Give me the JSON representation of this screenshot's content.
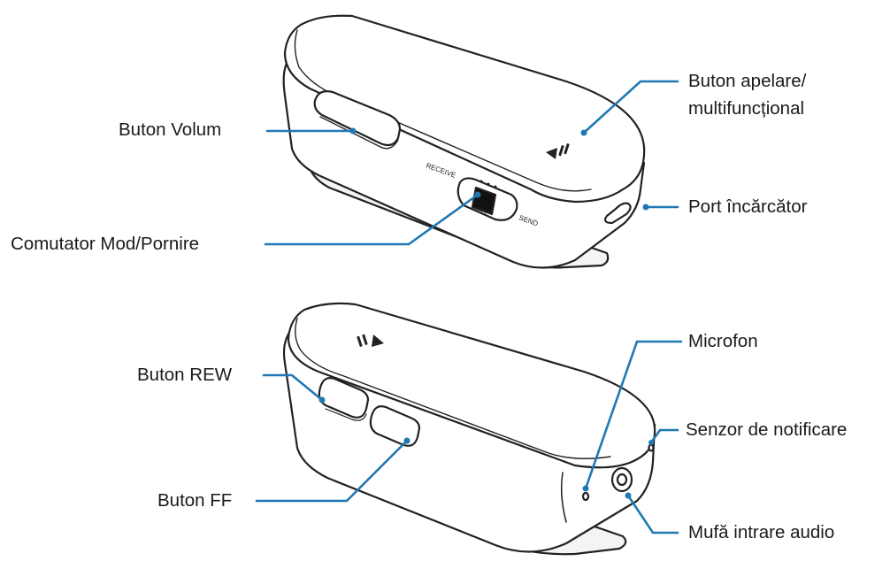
{
  "labels": {
    "volume_button": "Buton Volum",
    "call_button_line1": "Buton apelare/",
    "call_button_line2": "multifuncțional",
    "charger_port": "Port încărcător",
    "mode_power_switch": "Comutator Mod/Pornire",
    "rew_button": "Buton REW",
    "microphone": "Microfon",
    "notification_sensor": "Senzor de notificare",
    "ff_button": "Buton FF",
    "audio_jack": "Mufă intrare audio"
  },
  "switch_markings": {
    "receive": "RECEIVE",
    "off": "OFF",
    "send": "SEND"
  },
  "colors": {
    "leader_line": "#1f78b4",
    "outline": "#222222",
    "body": "#ffffff"
  }
}
